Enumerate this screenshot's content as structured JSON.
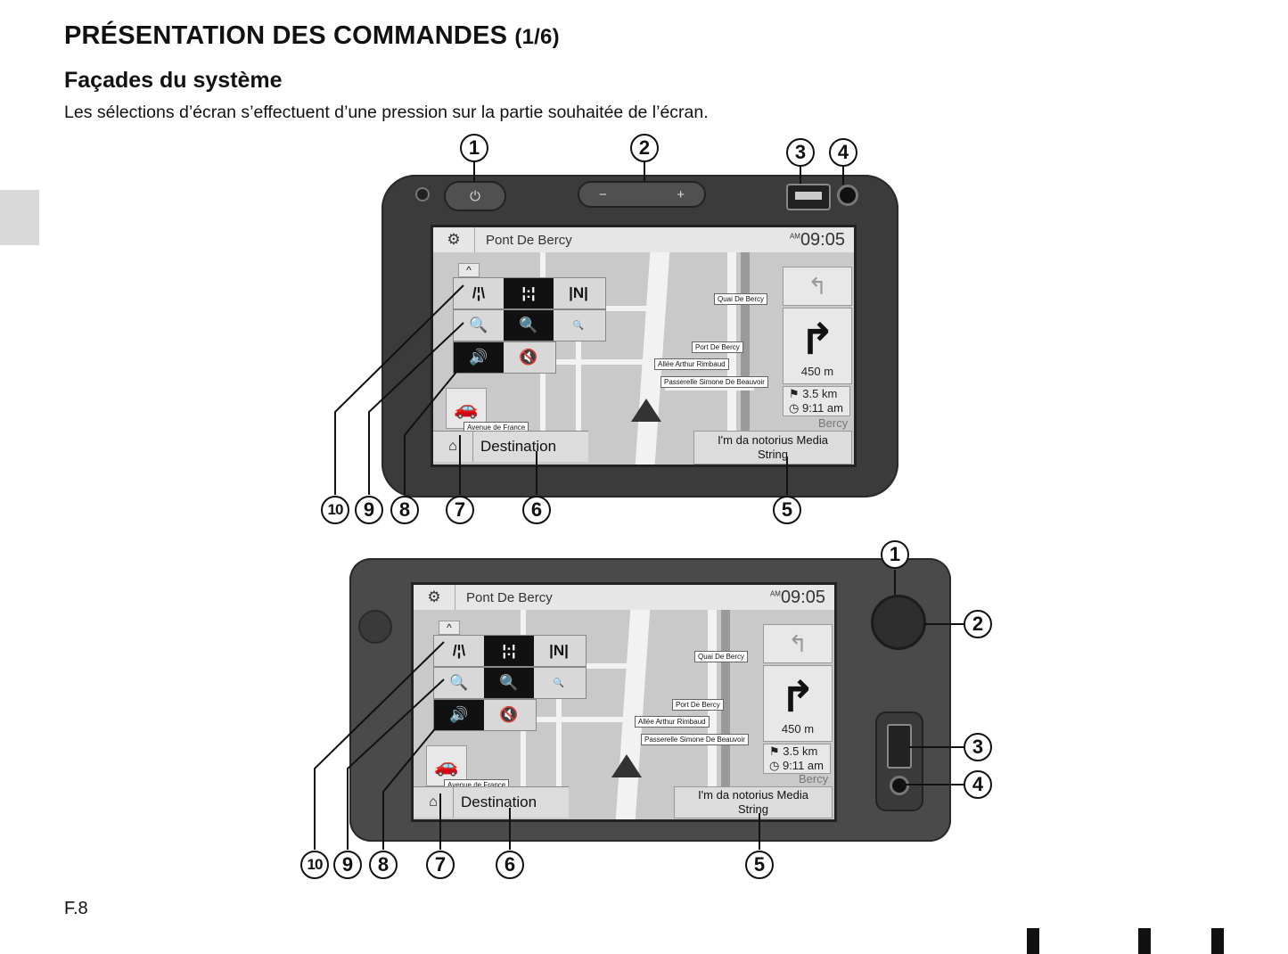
{
  "header": {
    "title": "PRÉSENTATION DES COMMANDES",
    "title_part": "(1/6)",
    "subtitle": "Façades du système",
    "intro": "Les sélections d’écran s’effectuent d’une pression sur la partie souhaitée de l’écran."
  },
  "screen": {
    "road_name": "Pont De Bercy",
    "time": "09:05",
    "time_prefix": "AM",
    "distance_turn": "450 m",
    "remaining_distance": "3.5 km",
    "arrival_time": "9:11 am",
    "area_name": "Bercy",
    "destination_label": "Destination",
    "media_text_line1": "I'm da notorius Media",
    "media_text_line2": "String",
    "streets": [
      "Quai De Bercy",
      "Port De Bercy",
      "Allée Arthur Rimbaud",
      "Passerelle Simone De Beauvoir",
      "Avenue de France"
    ]
  },
  "callouts_top": [
    "1",
    "2",
    "3",
    "4",
    "5",
    "6",
    "7",
    "8",
    "9",
    "10"
  ],
  "callouts_bottom": [
    "1",
    "2",
    "3",
    "4",
    "5",
    "6",
    "7",
    "8",
    "9",
    "10"
  ],
  "footer": {
    "page": "F.8"
  },
  "icons": [
    "gear-icon",
    "home-icon",
    "power-icon",
    "volume-icon",
    "mute-icon",
    "zoom-in-icon",
    "zoom-out-icon",
    "usb-port-icon",
    "jack-icon",
    "turn-right-icon"
  ]
}
